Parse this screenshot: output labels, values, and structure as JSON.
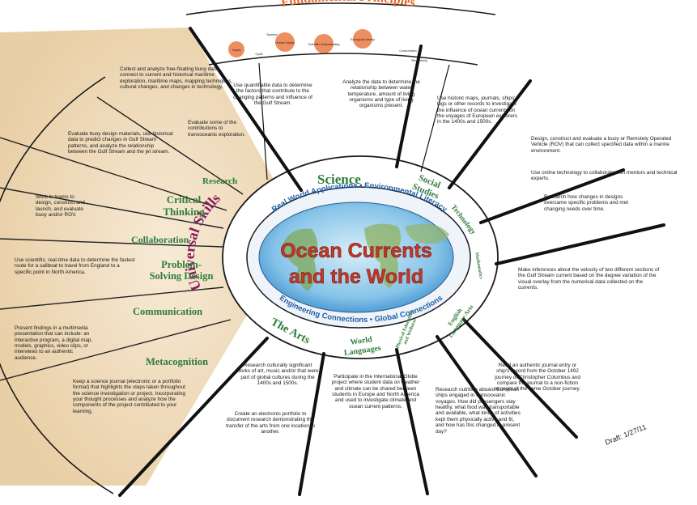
{
  "title": "Ocean Currents and the World",
  "draft": "Draft: 1/27/11",
  "fundamentals": {
    "title": "Fundamental Principles",
    "bubbles": [
      "Inquiry",
      "Cycle",
      "Human Impact",
      "Scientific Understanding",
      "Ecological Literacy",
      "Conservation",
      "Stewardship",
      "Systems"
    ]
  },
  "ring_labels": [
    "Real World Applications",
    "Environmental Literacy",
    "Engineering Connections",
    "Global Connections",
    "Universal Skills"
  ],
  "sectors": {
    "science": "Science",
    "social_studies": "Social Studies",
    "technology": "Technology",
    "mathematics": "Mathematics",
    "english": "English Language Arts",
    "pe": "Physical Education and Wellness",
    "world_languages": "World Languages",
    "the_arts": "The Arts"
  },
  "skills": [
    "Research",
    "Critical Thinking",
    "Collaboration",
    "Problem-Solving Design",
    "Communication",
    "Metacognition"
  ],
  "texts": {
    "science1": "Use quantifiable data to determine the factors that contribute to the changing patterns and influence of the Gulf Stream.",
    "science2": "Analyze the data to determine the relationship between water temperature, amount of living organisms and type of living organisms present.",
    "social": "Use historic maps, journals, ships' logs or other records to investigate the influence of ocean currents on the voyages of European explorers in the 1400s and 1500s.",
    "tech1": "Design, construct and evaluate a buoy or Remotely Operated Vehicle (ROV) that can collect specified data within a marine environment.",
    "tech2": "Use online technology to collaborate with mentors and technical experts.",
    "tech3": "Research how changes in designs overcame specific problems and met changing needs over time.",
    "math": "Make inferences about the velocity of two different sections of the Gulf Stream current based on the degree variation of the visual overlay from the numerical data collected on the currents.",
    "english": "Read an authentic journal entry or ship's record from the October 1492 journey of Christopher Columbus and compare the journal to a non-fiction account of the same October journey.",
    "pe": "Research nutrition aboard European ships engaged in transoceanic voyages. How did passengers stay healthy, what food was transportable and available, what kinds of activities kept them physically active and fit, and how has this changed in present day?",
    "languages": "Participate in the International Globe project where student data on weather and climate can be shared between students in Europe and North America and used to investigate climate and ocean current patterns.",
    "arts1": "Research culturally significant works of art, music and/or that were part of global cultures during the 1400s and 1500s.",
    "arts2": "Create an electronic portfolio to document research demonstrating the transfer of the arts from one location to another.",
    "research1": "Collect and analyze free-floating buoy data connect to current and historical maritime exploration, maritime maps, mapping techniques, cultural changes, and changes in technology.",
    "research2": "Evaluate some of the contributions to transoceanic exploration.",
    "critical": "Evaluate buoy design materials, use historical data to predict changes in Gulf Stream patterns, and analyze the relationship between the Gulf Stream and the jet stream.",
    "collab": "Work in teams to design, construct and launch, and evaluate buoy and/or ROV.",
    "problem": "Use scientific, real-time data to determine the fastest route for a sailboat to travel from England to a specific point in North America.",
    "comm": "Present findings in a multimedia presentation that can include: an interactive program, a digital map, models, graphics, video clips, or interviews to an authentic audience.",
    "meta": "Keep a science journal (electronic or a portfolio format) that highlights the steps taken throughout the science investigation or project. Incorporating your thought processes and analyze how the components of the project contributed to your learning."
  },
  "colors": {
    "orange": "#e8672a",
    "green": "#2e7d3a",
    "blue": "#1f5fa8",
    "purple": "#8a1e5e",
    "red": "#c0392b",
    "tan": "#f1ddbf"
  }
}
